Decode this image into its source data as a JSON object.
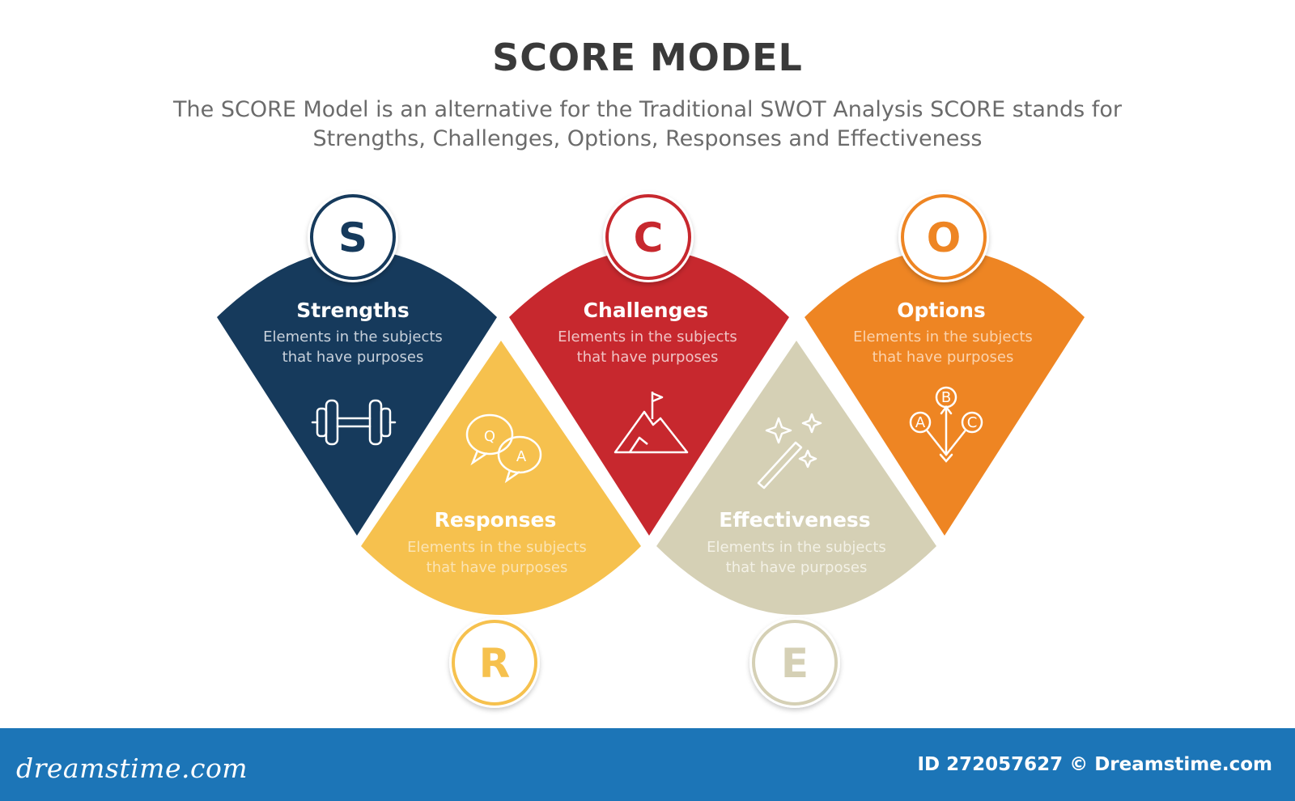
{
  "header": {
    "title": "SCORE MODEL",
    "subtitle_line1": "The SCORE Model is an alternative for the Traditional SWOT Analysis SCORE stands for",
    "subtitle_line2": "Strengths, Challenges, Options, Responses and Effectiveness"
  },
  "items": [
    {
      "letter": "S",
      "title": "Strengths",
      "desc1": "Elements in the subjects",
      "desc2": "that have purposes",
      "color": "#163a5c",
      "icon": "dumbbell-icon"
    },
    {
      "letter": "C",
      "title": "Challenges",
      "desc1": "Elements in the subjects",
      "desc2": "that have purposes",
      "color": "#c7282e",
      "icon": "mountain-flag-icon"
    },
    {
      "letter": "O",
      "title": "Options",
      "desc1": "Elements in the subjects",
      "desc2": "that have purposes",
      "color": "#ee8523",
      "icon": "options-abc-icon"
    },
    {
      "letter": "R",
      "title": "Responses",
      "desc1": "Elements in the subjects",
      "desc2": "that have purposes",
      "color": "#f6c14e",
      "icon": "qa-bubbles-icon"
    },
    {
      "letter": "E",
      "title": "Effectiveness",
      "desc1": "Elements in the subjects",
      "desc2": "that have purposes",
      "color": "#d5d0b5",
      "icon": "magic-wand-icon"
    }
  ],
  "footer": {
    "logo": "dreamstime.com",
    "id_text": "ID 272057627 © Dreamstime.com"
  }
}
